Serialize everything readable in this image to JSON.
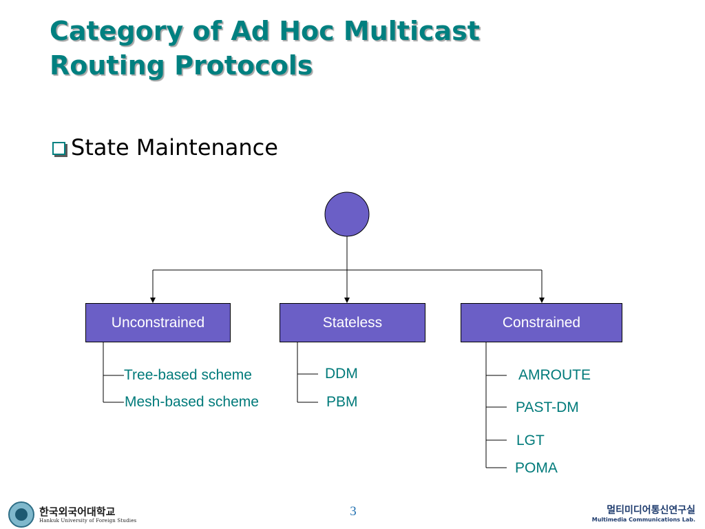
{
  "slide": {
    "title_line1": "Category of Ad Hoc Multicast",
    "title_line2": "Routing Protocols",
    "bullet": "State Maintenance",
    "page_number": "3"
  },
  "diagram": {
    "root_label": "",
    "colors": {
      "node_fill": "#6b5fc6",
      "leaf_text": "#007a7a",
      "title": "#008080"
    },
    "categories": [
      {
        "label": "Unconstrained",
        "children": [
          "Tree-based scheme",
          "Mesh-based scheme"
        ]
      },
      {
        "label": "Stateless",
        "children": [
          "DDM",
          "PBM"
        ]
      },
      {
        "label": "Constrained",
        "children": [
          "AMROUTE",
          "PAST-DM",
          "LGT",
          "POMA"
        ]
      }
    ]
  },
  "footer": {
    "university_kr": "한국외국어대학교",
    "university_en": "Hankuk University of Foreign Studies",
    "lab_kr": "멀티미디어통신연구실",
    "lab_en": "Multimedia Communications Lab."
  }
}
